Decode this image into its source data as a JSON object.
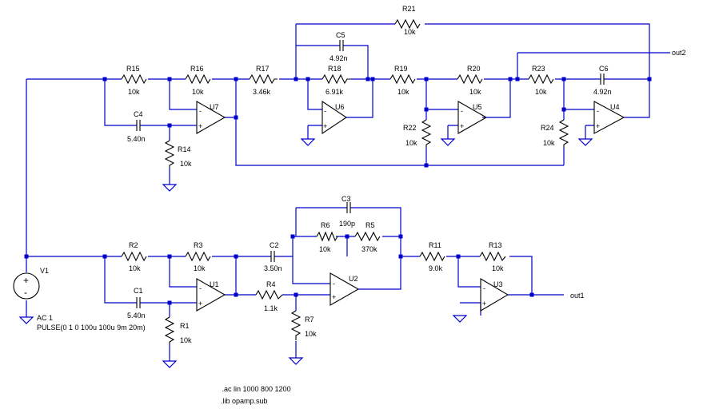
{
  "components": {
    "R21": {
      "name": "R21",
      "value": "10k"
    },
    "C5": {
      "name": "C5",
      "value": "4.92n"
    },
    "R15": {
      "name": "R15",
      "value": "10k"
    },
    "R16": {
      "name": "R16",
      "value": "10k"
    },
    "R17": {
      "name": "R17",
      "value": "3.46k"
    },
    "R18": {
      "name": "R18",
      "value": "6.91k"
    },
    "R19": {
      "name": "R19",
      "value": "10k"
    },
    "R20": {
      "name": "R20",
      "value": "10k"
    },
    "R23": {
      "name": "R23",
      "value": "10k"
    },
    "C6": {
      "name": "C6",
      "value": "4.92n"
    },
    "C4": {
      "name": "C4",
      "value": "5.40n"
    },
    "R14": {
      "name": "R14",
      "value": "10k"
    },
    "R22": {
      "name": "R22",
      "value": "10k"
    },
    "R24": {
      "name": "R24",
      "value": "10k"
    },
    "U7": {
      "name": "U7"
    },
    "U6": {
      "name": "U6"
    },
    "U5": {
      "name": "U5"
    },
    "U4": {
      "name": "U4"
    },
    "C3": {
      "name": "C3",
      "value": "190p"
    },
    "R6": {
      "name": "R6",
      "value": "10k"
    },
    "R5": {
      "name": "R5",
      "value": "370k"
    },
    "R2": {
      "name": "R2",
      "value": "10k"
    },
    "R3": {
      "name": "R3",
      "value": "10k"
    },
    "C2": {
      "name": "C2",
      "value": "3.50n"
    },
    "R11": {
      "name": "R11",
      "value": "9.0k"
    },
    "R13": {
      "name": "R13",
      "value": "10k"
    },
    "C1": {
      "name": "C1",
      "value": "5.40n"
    },
    "R4": {
      "name": "R4",
      "value": "1.1k"
    },
    "R1": {
      "name": "R1",
      "value": "10k"
    },
    "R7": {
      "name": "R7",
      "value": "10k"
    },
    "U1": {
      "name": "U1"
    },
    "U2": {
      "name": "U2"
    },
    "U3": {
      "name": "U3"
    },
    "V1": {
      "name": "V1",
      "line1": "AC 1",
      "line2": "PULSE(0 1 0 100u 100u 9m 20m)"
    }
  },
  "nets": {
    "out1": "out1",
    "out2": "out2"
  },
  "directives": [
    "   .ac lin 1000 800 1200",
    ".lib opamp.sub"
  ]
}
